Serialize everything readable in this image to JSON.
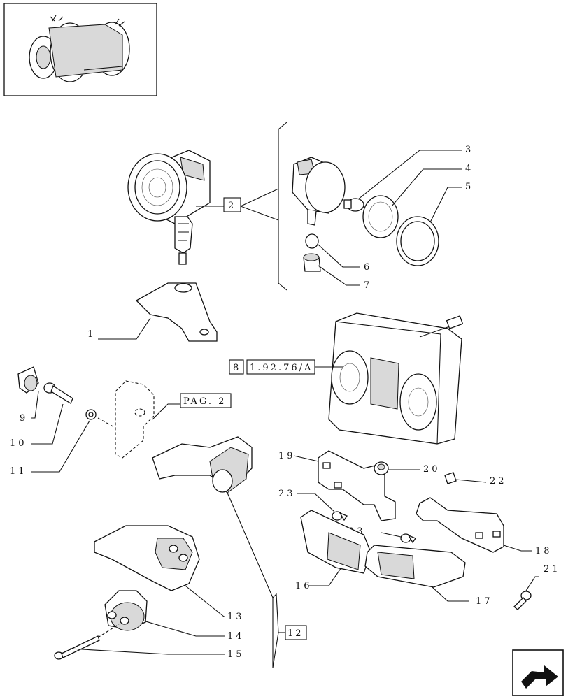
{
  "callouts": {
    "c1": "1",
    "c2": "2",
    "c3": "3",
    "c4": "4",
    "c5": "5",
    "c6": "6",
    "c7": "7",
    "c8": "8",
    "c8_ref": "1.92.76/A",
    "c9": "9",
    "c10": "10",
    "c11": "11",
    "c_pag": "PAG. 2",
    "c12": "12",
    "c13": "13",
    "c14": "14",
    "c15": "15",
    "c16": "16",
    "c17": "17",
    "c18": "18",
    "c19": "19",
    "c20": "20",
    "c21": "21",
    "c22": "22",
    "c23a": "23",
    "c23b": "23"
  },
  "icons": {
    "thumbnail": "tractor-thumbnail-icon",
    "next_page": "next-page-arrow-icon"
  }
}
